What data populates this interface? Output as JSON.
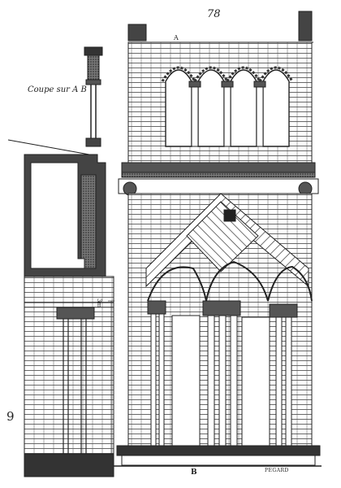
{
  "plate": {
    "number": "78",
    "section_caption": "Coupe sur A B",
    "marks": {
      "a": "A",
      "b": "B"
    },
    "dimension_label": "3m",
    "engraver_signature": "PEGARD",
    "margin_glyph": "9"
  },
  "colors": {
    "ink": "#222222",
    "paper": "#ffffff",
    "hatch": "#555555"
  }
}
